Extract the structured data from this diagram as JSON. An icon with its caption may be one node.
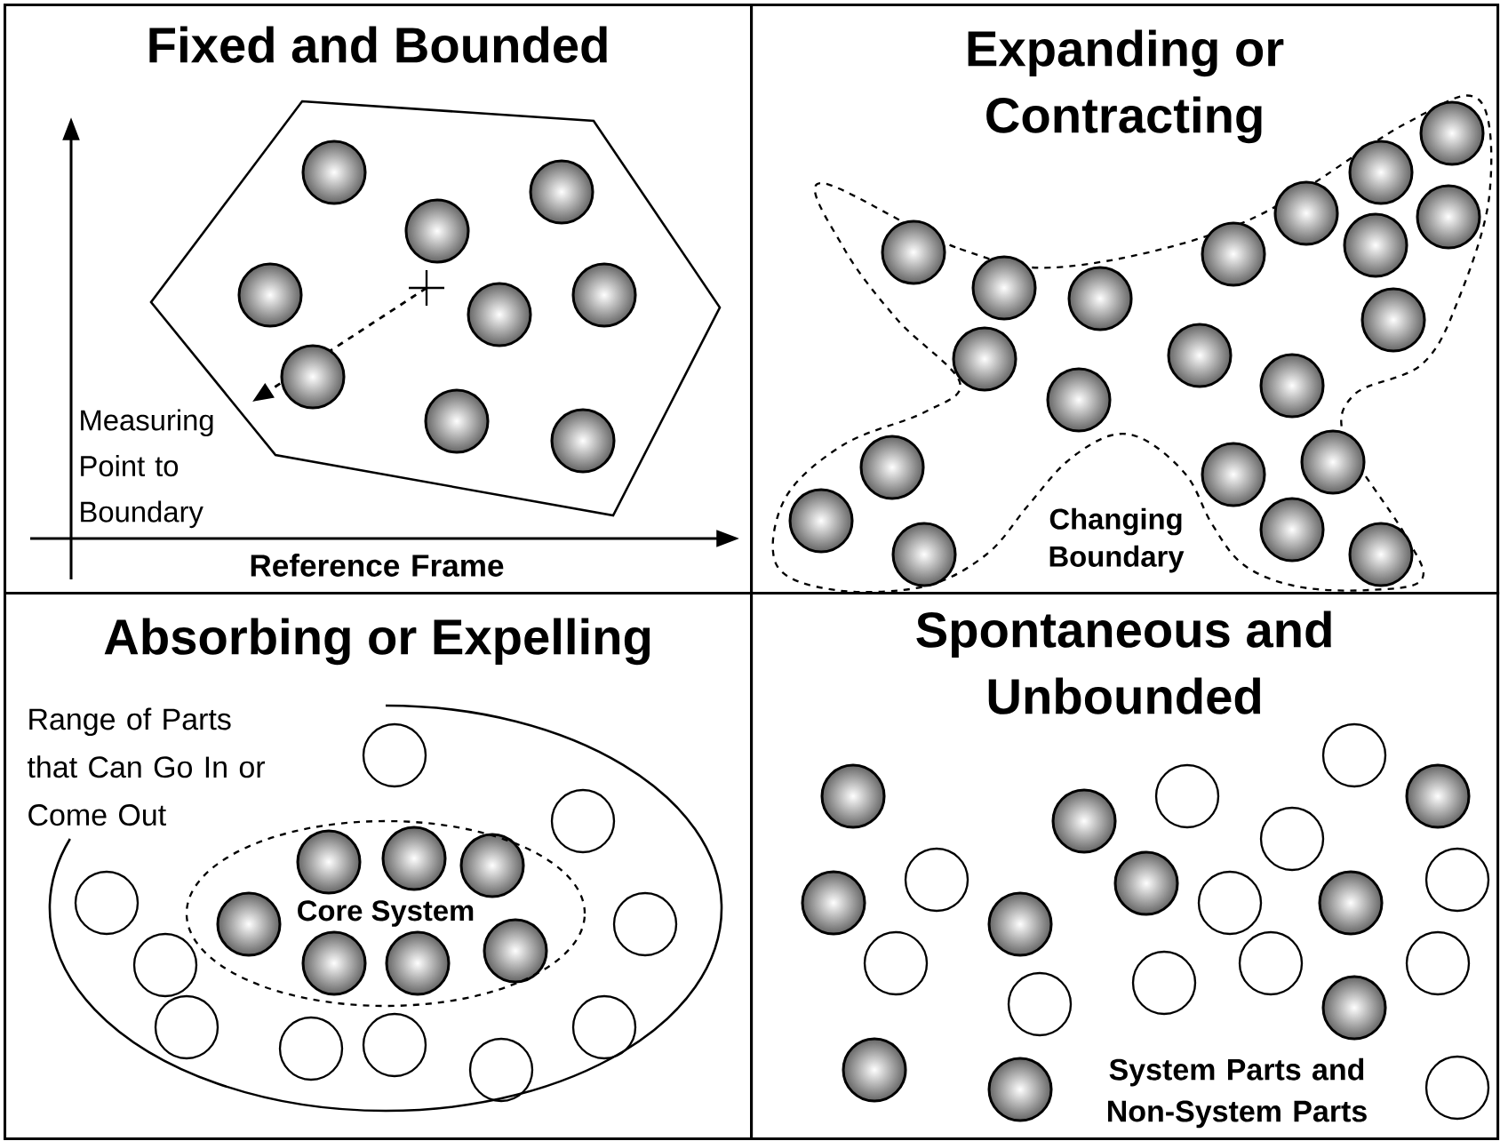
{
  "diagram": {
    "nodes": [
      {
        "text": [
          "Fixed and Bounded"
        ]
      },
      {
        "text": [
          "Expanding or Contracting"
        ]
      },
      {
        "text": [
          "Absorbing or Expelling"
        ]
      },
      {
        "text": [
          "Core System"
        ],
        "in": 2
      },
      {
        "text": [
          "Spontaneous and Unbounded"
        ]
      }
    ],
    "labels": [
      "Measuring Point to Boundary",
      "Reference Frame",
      "Changing Boundary",
      "Range of Parts that Can Go In or Come Out",
      "System Parts and Non-System Parts"
    ]
  }
}
